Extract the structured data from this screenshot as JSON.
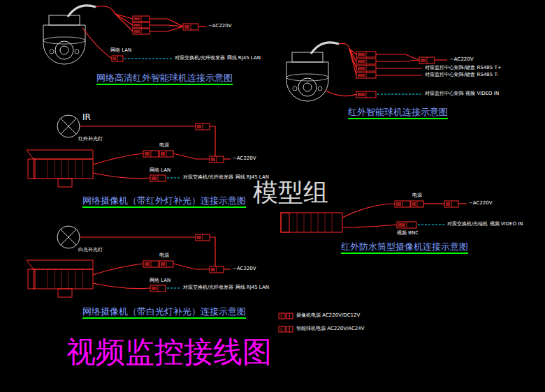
{
  "diagram": {
    "title": "视频监控接线图",
    "labels": [
      "~AC220V",
      "网络 LAN",
      "对应交换机/光纤收发器 网线 RJ45 LAN",
      "网络高清红外智能球机连接示意图",
      "~AC220V",
      "对应监控中心矩阵/键盘 RS485 T+",
      "对应监控中心矩阵/键盘 RS485 T-",
      "对应监控中心矩阵 视频 VIDEO IN",
      "红外智能球机连接示意图",
      "IR",
      "红外补光灯",
      "电源",
      "~AC220V",
      "网络 LAN",
      "对应交换机/光纤收发器 网线 RJ45 LAN",
      "模型组",
      "电源",
      "网络摄像机（带红外灯补光）连接示意图",
      "~AC220V",
      "对应交换机/光端机 视频 VIDEO IN",
      "视频 BNC",
      "红外防水筒型摄像机连接示意图",
      "白光补光灯",
      "电源",
      "~AC220V",
      "网络 LAN",
      "对应交换机/光纤收发器 网线 RJ45 LAN",
      "网络摄像机（带白光灯补光）连接示意图"
    ],
    "legend": [
      {
        "text": "摄像机电源 AC220V/DC12V"
      },
      {
        "text": "智能球机电源 AC220V/AC24V"
      }
    ]
  }
}
